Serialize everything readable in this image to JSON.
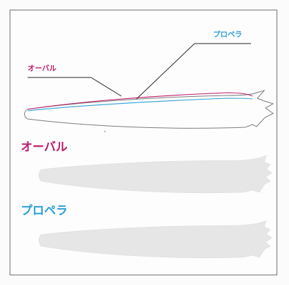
{
  "colors": {
    "oval": "#c0186a",
    "propeller": "#2aa0d8",
    "outline": "#7a7a7a",
    "frame": "#6f6f6f",
    "fill": "#e6e6e6"
  },
  "callouts": {
    "oval": "オーバル",
    "propeller": "プロペラ"
  },
  "sections": {
    "oval_title": "オーバル",
    "propeller_title": "プロペラ"
  }
}
